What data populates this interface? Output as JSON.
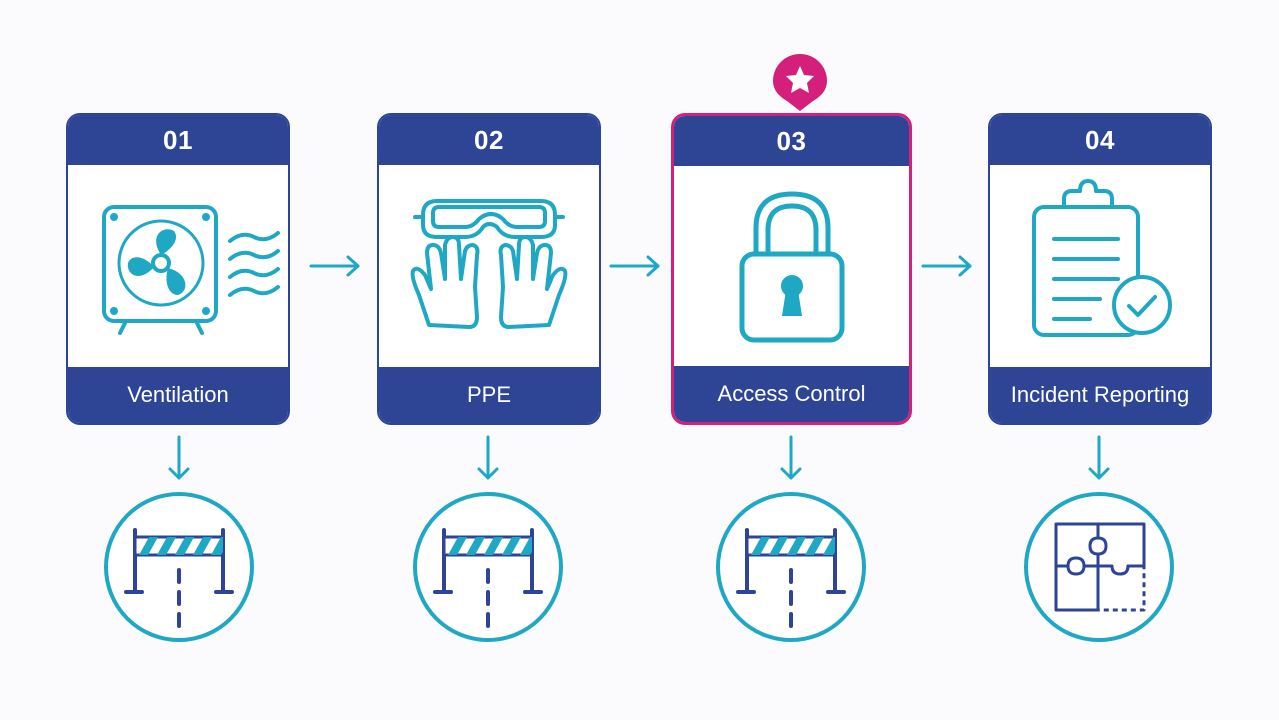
{
  "colors": {
    "navy": "#2e4596",
    "teal": "#1fa8c4",
    "highlight": "#d4207a",
    "background": "#fbfbfd"
  },
  "highlighted_step": "03",
  "steps": [
    {
      "number": "01",
      "label": "Ventilation",
      "icon": "ventilation-fan-icon",
      "sub_icon": "barrier-icon"
    },
    {
      "number": "02",
      "label": "PPE",
      "icon": "goggles-gloves-icon",
      "sub_icon": "barrier-icon"
    },
    {
      "number": "03",
      "label": "Access Control",
      "icon": "padlock-icon",
      "sub_icon": "barrier-icon"
    },
    {
      "number": "04",
      "label": "Incident Reporting",
      "icon": "clipboard-check-icon",
      "sub_icon": "puzzle-icon"
    }
  ]
}
